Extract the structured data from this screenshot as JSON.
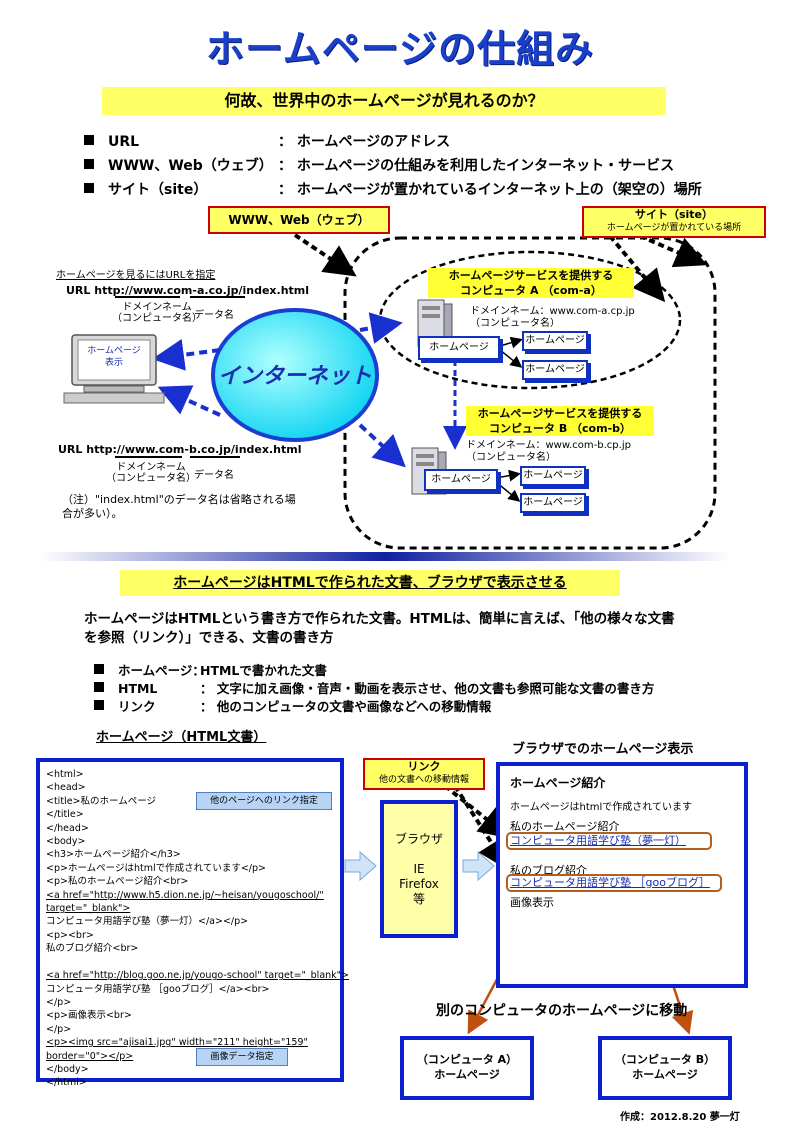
{
  "title": "ホームページの仕組み",
  "section1": {
    "heading": "何故、世界中のホームページが見れるのか？",
    "bullets": [
      {
        "term": "URL",
        "desc": "：  ホームページのアドレス"
      },
      {
        "term": "WWW、Web（ウェブ）",
        "desc": "：  ホームページの仕組みを利用したインターネット・サービス"
      },
      {
        "term": "サイト（site）",
        "desc": "：  ホームページが置かれているインターネット上の（架空の）場所"
      }
    ]
  },
  "network": {
    "www_label": "WWW、Web（ウェブ）",
    "site_title": "サイト（site）",
    "site_sub": "ホームページが置かれている場所",
    "url_hint": "ホームページを見るにはURLを指定",
    "url1": "URL   http://www.com-a.co.jp/index.html",
    "url1_domain": "ドメインネーム\n（コンピュータ名）",
    "url1_data": "データ名",
    "pc_label": "ホームページ\n表示",
    "internet": "インターネット",
    "url2": "URL   http://www.com-b.co.jp/index.html",
    "url2_domain": "ドメインネーム\n（コンピュータ名）",
    "url2_data": "データ名",
    "note": "（注）\"index.html\"のデータ名は省略される場\n合が多い）。",
    "server_a_title": "ホームページサービスを提供する\nコンピュータ A （com-a）",
    "server_a_domain": "ドメインネーム：www.com-a.cp.jp\n（コンピュータ名）",
    "server_b_title": "ホームページサービスを提供する\nコンピュータ B （com-b）",
    "server_b_domain": "ドメインネーム：www.com-b.cp.jp\n（コンピュータ名）",
    "page_label": "ホームページ"
  },
  "section2": {
    "heading": "ホームページはHTMLで作られた文書、ブラウザで表示させる",
    "intro": "ホームページはHTMLという書き方で作られた文書。HTMLは、簡単に言えば、「他の様々な文書\nを参照（リンク）」できる、文書の書き方",
    "bullets": [
      {
        "term": "ホームページ：",
        "desc": "HTMLで書かれた文書"
      },
      {
        "term": "HTML",
        "desc": "：  文字に加え画像・音声・動画を表示させ、他の文書も参照可能な文書の書き方"
      },
      {
        "term": "リンク",
        "desc": "：  他のコンピュータの文書や画像などへの移動情報"
      }
    ],
    "html_doc_title": "ホームページ（HTML文書）",
    "browser_title": "ブラウザでのホームページ表示",
    "code_lines": [
      "<html>",
      "<head>",
      "<title>私のホームページ",
      "</title>",
      "</head>",
      "<body>",
      "<h3>ホームページ紹介</h3>",
      "<p>ホームページはhtmlで作成されています</p>",
      "<p>私のホームページ紹介<br>",
      "<a href=\"http://www.h5.dion.ne.jp/~heisan/yougoschool/\"",
      "target=\"_blank\">",
      "コンピュータ用語学び塾（夢一灯）</a></p>",
      "<p><br>",
      "私のブログ紹介<br>",
      "",
      "<a href=\"http://blog.goo.ne.jp/yougo-school\" target=\"_blank\">",
      "コンピュータ用語学び塾 ［gooブログ］</a><br>",
      "</p>",
      "<p>画像表示<br>",
      "</p>",
      "<p><img src=\"ajisai1.jpg\" width=\"211\" height=\"159\"",
      "border=\"0\"></p>",
      "</body>",
      "</html>"
    ],
    "note_link": "他のページへのリンク指定",
    "note_img": "画像データ指定",
    "link_title": "リンク",
    "link_sub": "他の文書への移動情報",
    "browser_box": "ブラウザ\n\nIE\nFirefox\n等",
    "bp_h3": "ホームページ紹介",
    "bp_p1": "ホームページはhtmlで作成されています",
    "bp_p2": "私のホームページ紹介",
    "bp_link1": "コンピュータ用語学び塾（夢一灯）",
    "bp_p3": "私のブログ紹介",
    "bp_link2": "コンピュータ用語学び塾 ［gooブログ］",
    "bp_p4": "画像表示",
    "move_label": "別のコンピュータのホームページに移動",
    "dest_a": "（コンピュータ A）\nホームページ",
    "dest_b": "（コンピュータ B）\nホームページ",
    "author": "作成：2012.8.20  夢一灯"
  }
}
